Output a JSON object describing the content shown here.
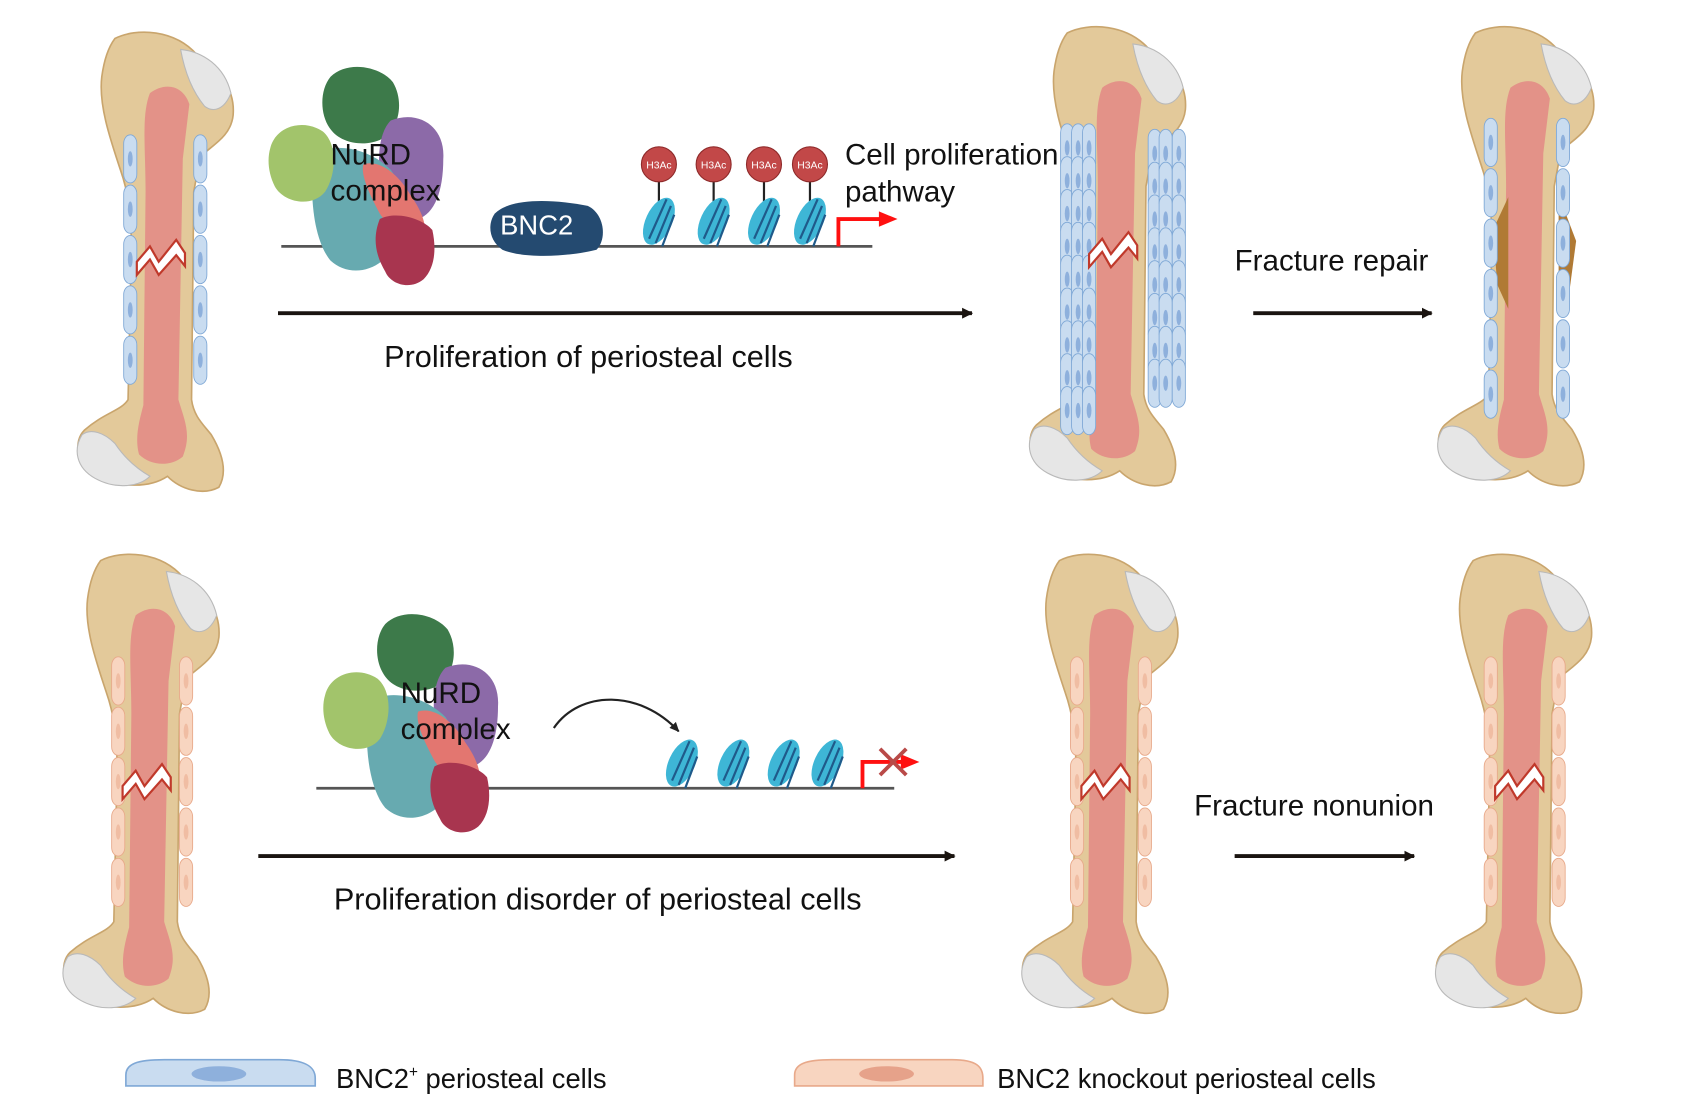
{
  "title": "BNC2 regulates periosteal cell proliferation in fracture repair via NuRD complex",
  "colors": {
    "bone_shell": "#e3c99a",
    "bone_shell_dark": "#c9a56d",
    "marrow": "#e38f87",
    "cartilage": "#e6e6e6",
    "cell_blue_fill": "#c9dcf0",
    "cell_blue_stroke": "#7fa8d6",
    "cell_blue_nucleus": "#8eb0dc",
    "cell_peach_fill": "#f8d5c0",
    "cell_peach_stroke": "#e8a98a",
    "cell_peach_nucleus": "#e6a28a",
    "fracture_outline": "#c0392b",
    "callus": "#b07a35",
    "nurd_dark_green": "#3d7a4a",
    "nurd_light_green": "#a2c46b",
    "nurd_teal": "#67aab0",
    "nurd_purple": "#8c6aa8",
    "nurd_salmon": "#e37670",
    "nurd_crimson": "#a8354f",
    "bnc2_navy": "#244a70",
    "h3ac_red": "#c24848",
    "nucleosome_cyan": "#3eb6d6",
    "nucleosome_dark": "#1f5a8a",
    "promoter_red": "#ff1010",
    "block_x": "#b94a48",
    "arrow": "#1a1410",
    "dna_line": "#555555"
  },
  "top_row": {
    "complex_label_line1": "NuRD",
    "complex_label_line2": "complex",
    "bnc2_label": "BNC2",
    "histone_marks": [
      "H3Ac",
      "H3Ac",
      "H3Ac",
      "H3Ac"
    ],
    "pathway_label_line1": "Cell proliferation",
    "pathway_label_line2": "pathway",
    "main_arrow_caption": "Proliferation of periosteal cells",
    "outcome_label": "Fracture repair"
  },
  "bottom_row": {
    "complex_label_line1": "NuRD",
    "complex_label_line2": "complex",
    "main_arrow_caption": "Proliferation disorder of periosteal cells",
    "outcome_label": "Fracture nonunion"
  },
  "legend": [
    {
      "label_main": "BNC2",
      "label_sup": "+",
      "label_rest": " periosteal cells",
      "kind": "blue"
    },
    {
      "label_main": "BNC2 knockout periosteal cells",
      "label_sup": "",
      "label_rest": "",
      "kind": "peach"
    }
  ]
}
